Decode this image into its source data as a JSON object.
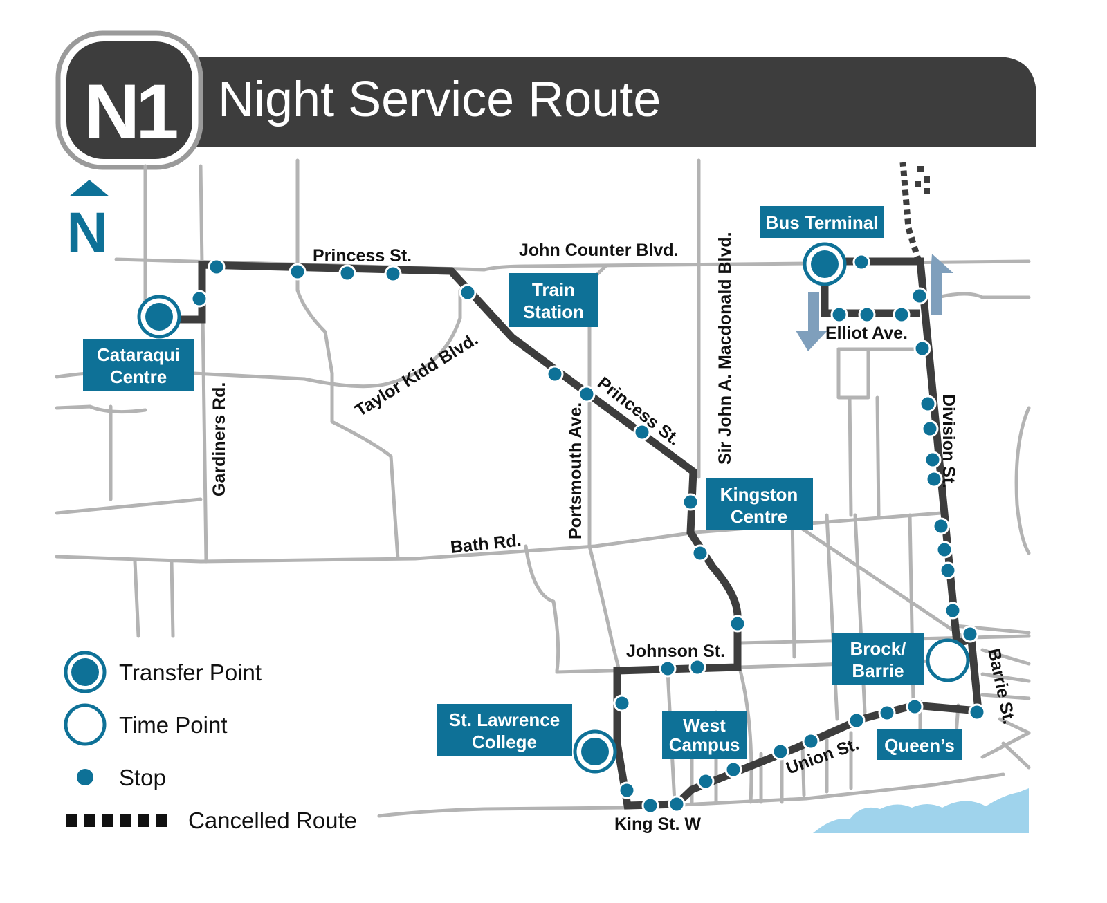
{
  "header": {
    "badge": "N1",
    "title": "Night Service Route"
  },
  "compass": {
    "label": "N"
  },
  "colors": {
    "accent": "#0e7197",
    "route": "#3d3d3d",
    "road": "#b3b3b3",
    "header_bg": "#3d3d3d",
    "water": "#9fd3ec",
    "arrow": "#7f9fbc"
  },
  "streets": {
    "princess_north": "Princess St.",
    "john_counter": "John Counter Blvd.",
    "taylor_kidd": "Taylor Kidd Blvd.",
    "gardiners": "Gardiners Rd.",
    "portsmouth": "Portsmouth Ave.",
    "princess_diag": "Princess St.",
    "sir_john": "Sir John A. Macdonald Blvd.",
    "bath": "Bath Rd.",
    "johnson": "Johnson St.",
    "king": "King St. W",
    "union": "Union St.",
    "elliot": "Elliot Ave.",
    "division": "Division St.",
    "barrie": "Barrie St."
  },
  "places": {
    "cataraqui": [
      "Cataraqui",
      "Centre"
    ],
    "train_station": [
      "Train",
      "Station"
    ],
    "bus_terminal": "Bus Terminal",
    "kingston_centre": [
      "Kingston",
      "Centre"
    ],
    "brock_barrie": [
      "Brock/",
      "Barrie"
    ],
    "st_lawrence": [
      "St. Lawrence",
      "College"
    ],
    "west_campus": [
      "West",
      "Campus"
    ],
    "queens": "Queen’s"
  },
  "legend": {
    "transfer_point": "Transfer Point",
    "time_point": "Time Point",
    "stop": "Stop",
    "cancelled_route": "Cancelled Route"
  }
}
